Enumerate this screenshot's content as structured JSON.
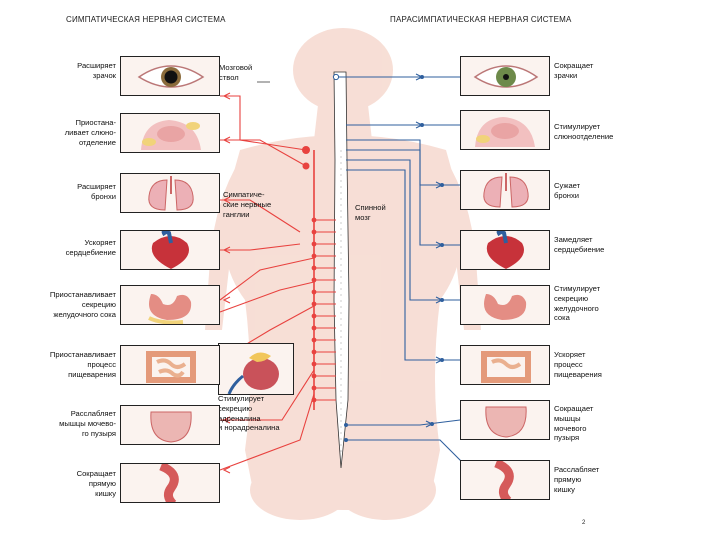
{
  "headers": {
    "sympathetic": "СИМПАТИЧЕСКАЯ НЕРВНАЯ СИСТЕМА",
    "parasympathetic": "ПАРАСИМПАТИЧЕСКАЯ НЕРВНАЯ СИСТЕМА"
  },
  "center_labels": {
    "brainstem": "Мозговой\nствол",
    "ganglia": "Симпатиче-\nские нервные\nганглии",
    "spinal_cord": "Спинной\nмозг",
    "adrenal": "Стимулирует\nсекрецию\nадреналина\nи норадреналина"
  },
  "sympathetic_effects": [
    {
      "organ": "eye",
      "text": "Расширяет\nзрачок"
    },
    {
      "organ": "salivary-glands",
      "text": "Приостана-\nливает слюно-\nотделение"
    },
    {
      "organ": "lungs",
      "text": "Расширяет\nбронхи"
    },
    {
      "organ": "heart",
      "text": "Ускоряет\nсердцебиение"
    },
    {
      "organ": "stomach",
      "text": "Приостанавливает\nсекрецию\nжелудочного сока"
    },
    {
      "organ": "intestine",
      "text": "Приостанавливает\nпроцесс\nпищеварения"
    },
    {
      "organ": "bladder",
      "text": "Расслабляет\nмышцы мочево-\nго пузыря"
    },
    {
      "organ": "rectum",
      "text": "Сокращает\nпрямую\nкишку"
    }
  ],
  "parasympathetic_effects": [
    {
      "organ": "eye",
      "text": "Сокращает\nзрачки"
    },
    {
      "organ": "salivary-glands",
      "text": "Стимулирует\nслюноотделение"
    },
    {
      "organ": "lungs",
      "text": "Сужает\nбронхи"
    },
    {
      "organ": "heart",
      "text": "Замедляет\nсердцебиение"
    },
    {
      "organ": "stomach",
      "text": "Стимулирует\nсекрецию\nжелудочного\nсока"
    },
    {
      "organ": "intestine",
      "text": "Ускоряет\nпроцесс\nпищеварения"
    },
    {
      "organ": "bladder",
      "text": "Сокращает\nмышцы\nмочевого\nпузыря"
    },
    {
      "organ": "rectum",
      "text": "Расслабляет\nпрямую\nкишку"
    }
  ],
  "page_number": "2",
  "colors": {
    "sympathetic": "#e8423f",
    "parasympathetic": "#2f5f9e",
    "body": "#f6d9cf",
    "box_bg": "#fbf3ef"
  }
}
